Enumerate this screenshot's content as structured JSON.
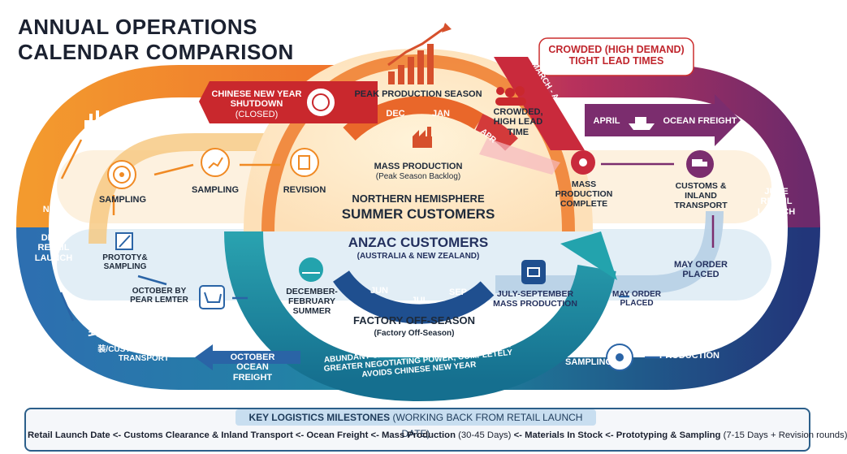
{
  "title": {
    "line1": "ANNUAL OPERATIONS",
    "line2": "CALENDAR COMPARISON"
  },
  "callout": {
    "line1": "CROWDED (HIGH DEMAND)",
    "line2": "TIGHT LEAD TIMES"
  },
  "northern": {
    "cny_title": "CHINESE NEW YEAR SHUTDOWN",
    "cny_sub": "(CLOSED)",
    "peak": "PEAK PRODUCTION SEASON",
    "months": [
      "DEC",
      "JAN",
      "APR"
    ],
    "march_april": "MARCH - APRIL",
    "crowded": "CROWDED, HIGH LEAD TIME",
    "mass_title": "MASS PRODUCTION",
    "mass_sub": "(Peak Season Backlog)",
    "hemisphere": "NORTHERN HEMISPHERE",
    "customers": "SUMMER CUSTOMERS",
    "sampling1": "SAMPLING",
    "sampling2": "SAMPLING",
    "revision": "REVISION",
    "non": "NON",
    "april": "APRIL",
    "ocean": "OCEAN FREIGHT",
    "mass_complete": "MASS PRODUCTION COMPLETE",
    "customs": "CUSTOMS & INLAND TRANSPORT",
    "june_retail": "JUNE RETAIL LAUNCH"
  },
  "anzac": {
    "title": "ANZAC CUSTOMERS",
    "sub": "(AUSTRALIA & NEW ZEALAND)",
    "dec_feb": "DECEMBER-FEBRUARY SUMMER",
    "months": [
      "JUN",
      "JUL",
      "SEP"
    ],
    "jul_sep": "JULY-SEPTEMBER MASS PRODUCTION",
    "offseason": "FACTORY OFF-SEASON",
    "offseason_sub": "(Factory Off-Season)",
    "benefits": "ABUNDANT CAPACITY, STEADIER LEAD TIMES, GREATER NEGOTIATING POWER, COMPLETELY AVOIDS CHINESE NEW YEAR",
    "dece_retail": "DECE RETAIL LAUNCH",
    "prototy": "PROTOTY& SAMPLING",
    "october_pear": "OCTOBER BY PEAR LEMTER",
    "daohuo": "到货/",
    "customs": "装/CUSTOMS & INLAND TRANSPORT",
    "october_ocean": "OCTOBER OCEAN FREIGHT",
    "may_order": "MAY ORDER PLACED",
    "may_order2": "MAY ORDER PLACED",
    "june_sampling": "JUNE SAMPLING",
    "july_mass": "JULY MASS PRODUCTION"
  },
  "footer": {
    "heading": "KEY LOGISTICS MILESTONES",
    "heading_sub": "(WORKING BACK FROM RETAIL LAUNCH DATE)",
    "seq1": "Retail Launch Date <- Customs Clearance & Inland Transport <- Ocean Freight <- Mass Production",
    "seq1_sub": "(30-45 Days)",
    "seq2": "<- Materials In Stock <- Prototyping & Sampling",
    "seq2_sub": "(7-15 Days + Revision rounds)"
  },
  "colors": {
    "orange": "#f08a24",
    "red": "#cc2f2f",
    "purple": "#7b2d6e",
    "navy": "#223a73",
    "teal": "#1f8fa3",
    "blue": "#2a64a6"
  }
}
